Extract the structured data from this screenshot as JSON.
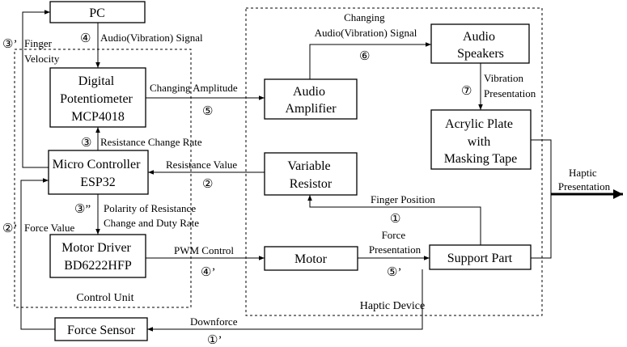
{
  "groups": {
    "control_unit": "Control Unit",
    "haptic_device": "Haptic Device"
  },
  "boxes": {
    "pc": [
      "PC"
    ],
    "digital_potentiometer": [
      "Digital",
      "Potentiometer",
      "MCP4018"
    ],
    "micro_controller": [
      "Micro Controller",
      "ESP32"
    ],
    "motor_driver": [
      "Motor Driver",
      "BD6222HFP"
    ],
    "force_sensor": [
      "Force Sensor"
    ],
    "audio_amplifier": [
      "Audio",
      "Amplifier"
    ],
    "audio_speakers": [
      "Audio",
      "Speakers"
    ],
    "acrylic_plate": [
      "Acrylic Plate",
      "with",
      "Masking Tape"
    ],
    "variable_resistor": [
      "Variable",
      "Resistor"
    ],
    "motor": [
      "Motor"
    ],
    "support_part": [
      "Support Part"
    ]
  },
  "edges": {
    "finger_velocity": {
      "lines": [
        "Finger",
        "Velocity"
      ],
      "step": "③’"
    },
    "audio_signal": {
      "lines": [
        "Audio(Vibration) Signal"
      ],
      "step": "④"
    },
    "changing_amplitude": {
      "lines": [
        "Changing Amplitude"
      ],
      "step": "⑤"
    },
    "changing_audio_signal": {
      "lines": [
        "Changing",
        "Audio(Vibration) Signal"
      ],
      "step": "⑥"
    },
    "vibration_presentation": {
      "lines": [
        "Vibration",
        "Presentation"
      ],
      "step": "⑦"
    },
    "resistance_change_rate": {
      "lines": [
        "Resistance Change Rate"
      ],
      "step": "③"
    },
    "resistance_value": {
      "lines": [
        "Resistance Value"
      ],
      "step": "②"
    },
    "finger_position": {
      "lines": [
        "Finger Position"
      ],
      "step": "①"
    },
    "polarity": {
      "lines": [
        "Polarity of Resistance",
        "Change and Duty Rate"
      ],
      "step": "③”"
    },
    "force_value": {
      "lines": [
        "Force Value"
      ],
      "step": "②’"
    },
    "pwm_control": {
      "lines": [
        "PWM Control"
      ],
      "step": "④’"
    },
    "force_presentation": {
      "lines": [
        "Force",
        "Presentation"
      ],
      "step": "⑤’"
    },
    "downforce": {
      "lines": [
        "Downforce"
      ],
      "step": "①’"
    },
    "haptic_presentation": {
      "lines": [
        "Haptic",
        "Presentation"
      ]
    }
  }
}
